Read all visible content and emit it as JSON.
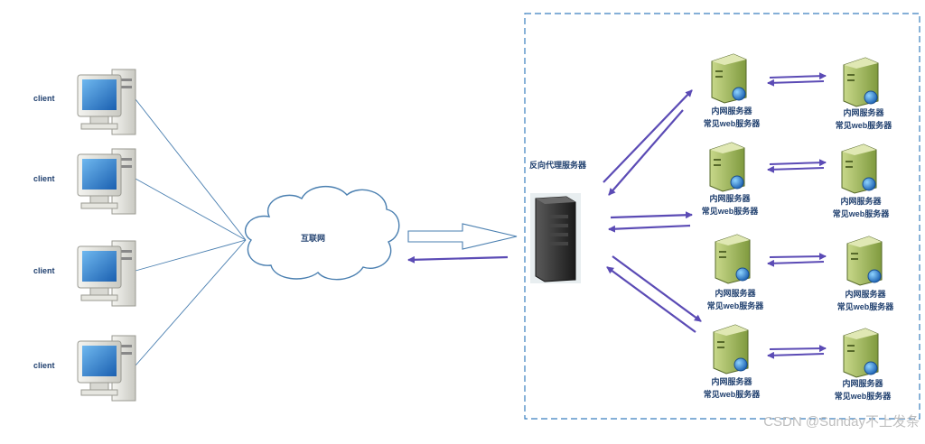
{
  "clients": [
    {
      "label": "client"
    },
    {
      "label": "client"
    },
    {
      "label": "client"
    },
    {
      "label": "client"
    }
  ],
  "internet": {
    "label": "互联网"
  },
  "proxy": {
    "label": "反向代理服务器"
  },
  "internal_servers": [
    {
      "line1": "内网服务器",
      "line2": "常见web服务器"
    },
    {
      "line1": "内网服务器",
      "line2": "常见web服务器"
    },
    {
      "line1": "内网服务器",
      "line2": "常见web服务器"
    },
    {
      "line1": "内网服务器",
      "line2": "常见web服务器"
    }
  ],
  "backend_servers": [
    {
      "line1": "内网服务器",
      "line2": "常见web服务器"
    },
    {
      "line1": "内网服务器",
      "line2": "常见web服务器"
    },
    {
      "line1": "内网服务器",
      "line2": "常见web服务器"
    },
    {
      "line1": "内网服务器",
      "line2": "常见web服务器"
    }
  ],
  "watermark": "CSDN @Sunday不上发条",
  "colors": {
    "line": "#4a7fb0",
    "arrow": "#5b4bb5",
    "boundary": "#3a7fbf",
    "label": "#1f3f6e"
  }
}
